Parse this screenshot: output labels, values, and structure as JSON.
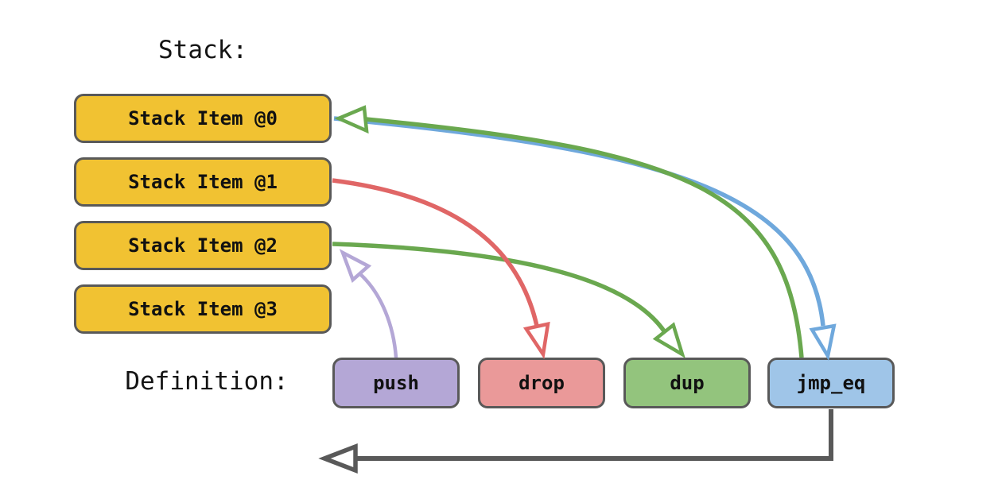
{
  "stack": {
    "title": "Stack:",
    "box_fill": "#F1C232",
    "box_border": "#595959",
    "items": [
      {
        "label": "Stack Item @0"
      },
      {
        "label": "Stack Item @1"
      },
      {
        "label": "Stack Item @2"
      },
      {
        "label": "Stack Item @3"
      }
    ]
  },
  "definition": {
    "label": "Definition:",
    "ops": [
      {
        "name": "push",
        "fill": "#B4A7D6"
      },
      {
        "name": "drop",
        "fill": "#EA9999"
      },
      {
        "name": "dup",
        "fill": "#93C47D"
      },
      {
        "name": "jmp_eq",
        "fill": "#9FC5E8"
      }
    ]
  },
  "arrows": [
    {
      "name": "stack-0-to-jmp-eq",
      "from": "Stack Item @0",
      "to": "jmp_eq",
      "color": "#6FA8DC"
    },
    {
      "name": "push-to-stack-2",
      "from": "push",
      "to": "Stack Item @2",
      "color": "#B4A7D6"
    },
    {
      "name": "dup-to-stack-0",
      "from": "dup",
      "to": "Stack Item @0",
      "color": "#6AA84F"
    },
    {
      "name": "stack-2-to-dup",
      "from": "Stack Item @2",
      "to": "dup",
      "color": "#6AA84F"
    },
    {
      "name": "stack-1-to-drop",
      "from": "Stack Item @1",
      "to": "drop",
      "color": "#E06666"
    },
    {
      "name": "jmp-eq-jump-out",
      "from": "jmp_eq",
      "to": "left",
      "color": "#595959"
    }
  ]
}
